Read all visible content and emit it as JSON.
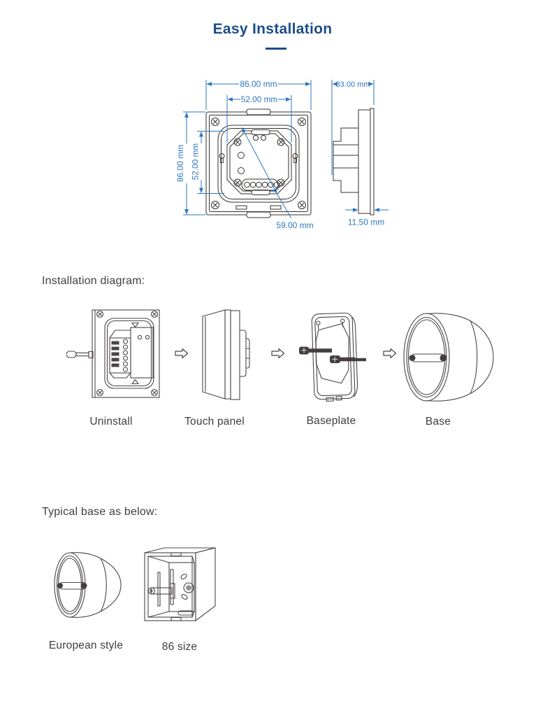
{
  "title": "Easy Installation",
  "colors": {
    "title_blue": "#1d4e89",
    "dimension_blue": "#2d76bd",
    "drawing_line_dark": "#36312f",
    "drawing_line_gray": "#4b4546"
  },
  "dimension_drawing": {
    "front_view": {
      "width_outer": "86.00 mm",
      "width_inner": "52.00 mm",
      "height_outer": "86.00 mm",
      "height_inner": "52.00 mm",
      "diagonal": "59.00 mm"
    },
    "side_view": {
      "depth": "33.00 mm",
      "panel_thickness": "11.50 mm"
    }
  },
  "installation": {
    "heading": "Installation diagram:",
    "steps": [
      {
        "label": "Uninstall"
      },
      {
        "label": "Touch panel"
      },
      {
        "label": "Baseplate"
      },
      {
        "label": "Base"
      }
    ]
  },
  "typical_base": {
    "heading": "Typical base as below:",
    "items": [
      {
        "label": "European style"
      },
      {
        "label": "86 size"
      }
    ]
  }
}
